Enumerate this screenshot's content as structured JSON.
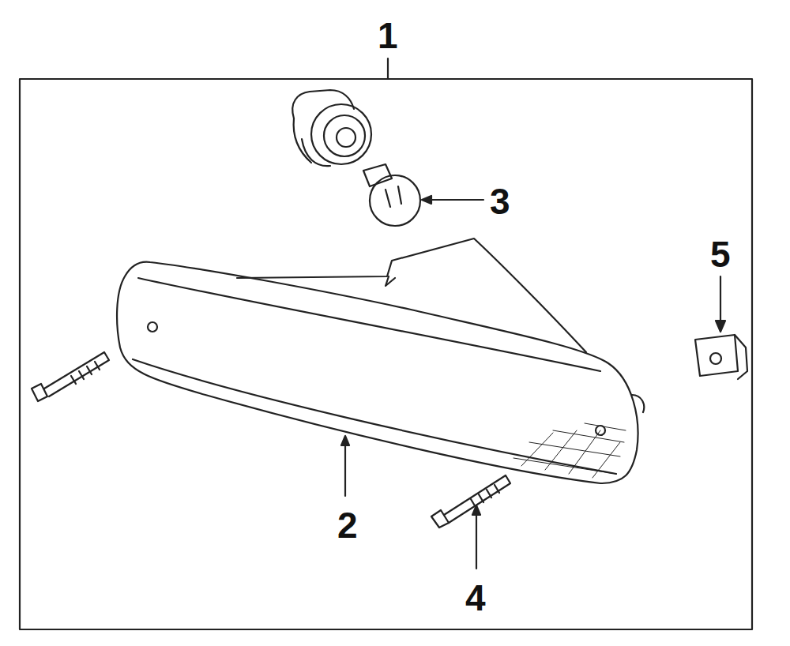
{
  "diagram": {
    "labels": [
      "1",
      "3",
      "5",
      "2",
      "4"
    ]
  }
}
